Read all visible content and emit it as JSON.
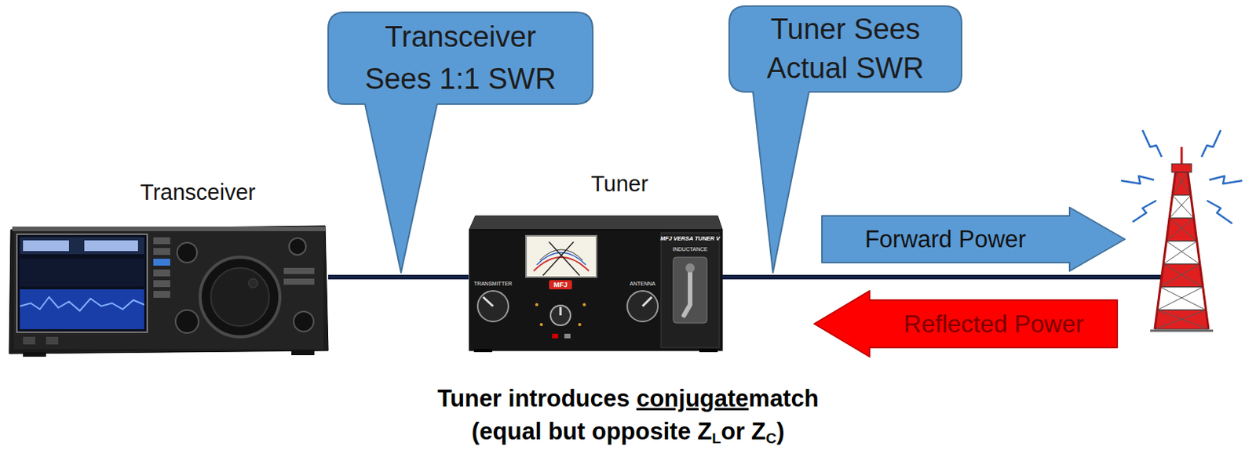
{
  "diagram": {
    "caption": "Tuner introduces conjugate match (equal but opposite ZL or ZC)",
    "nodes": [
      {
        "text": [
          "Transceiver Sees 1:1 SWR"
        ]
      },
      {
        "text": [
          "Tuner Sees Actual SWR"
        ]
      },
      {
        "text": [
          "Transceiver"
        ]
      },
      {
        "text": [
          "Tuner"
        ]
      },
      {
        "text": [
          "Forward Power"
        ]
      },
      {
        "text": [
          "Reflected Power"
        ]
      }
    ],
    "edges": [
      {
        "from": 2,
        "to": 3,
        "arrow": "none"
      }
    ],
    "labels": [
      "MFJ VERSA TUNER V",
      "INDUCTANCE",
      "TRANSMITTER",
      "ANTENNA",
      "MFJ"
    ]
  }
}
